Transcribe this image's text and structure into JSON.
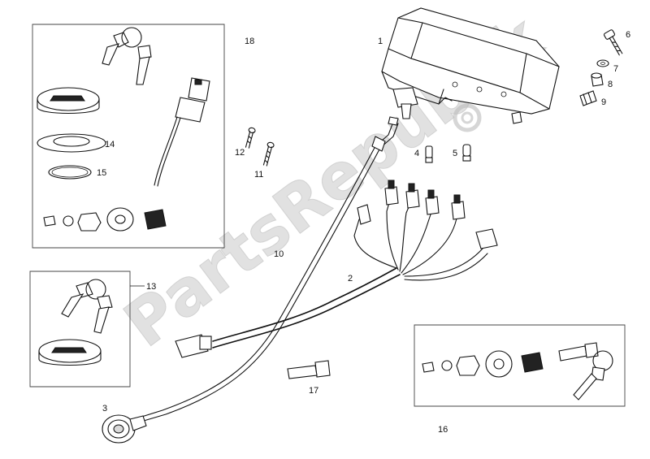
{
  "watermark": "PartsRepublik",
  "callouts": {
    "c1": "1",
    "c2": "2",
    "c3": "3",
    "c4": "4",
    "c5": "5",
    "c6": "6",
    "c7": "7",
    "c8": "8",
    "c9": "9",
    "c10": "10",
    "c11": "11",
    "c12": "12",
    "c13": "13",
    "c14": "14",
    "c15": "15",
    "c16": "16",
    "c17": "17",
    "c18": "18"
  }
}
